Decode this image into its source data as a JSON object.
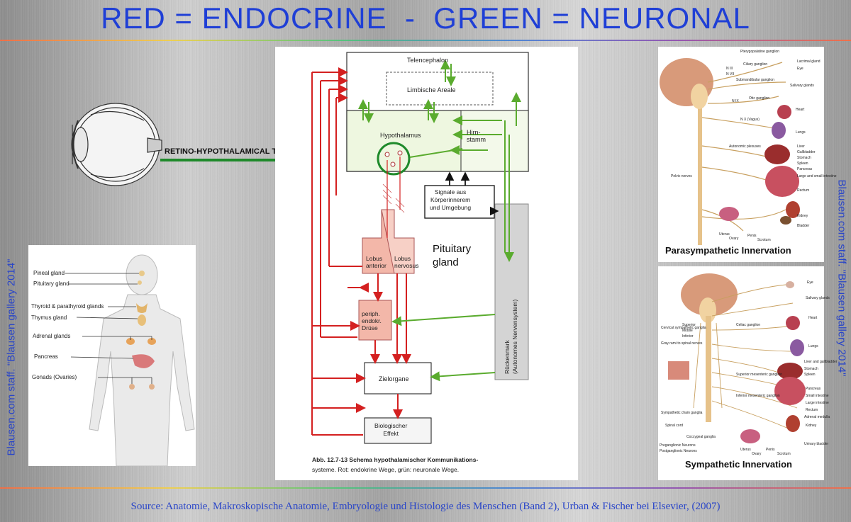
{
  "title": "RED = ENDOCRINE  -  GREEN = NEURONAL",
  "source": "Source: Anatomie, Makroskopische Anatomie, Embryologie und Histologie des Menschen (Band 2), Urban & Fischer bei Elsevier, (2007)",
  "credit_left": "Blausen.com staff. \"Blausen gallery 2014\"",
  "credit_right": "Blausen.com staff. \"Blausen gallery 2014\"",
  "tract_label": "RETINO-HYPOTHALAMICAL TRACT",
  "endocrine_labels": [
    "Pineal gland",
    "Pituitary gland",
    "Thyroid & parathyroid glands",
    "Thymus gland",
    "Adrenal glands",
    "Pancreas",
    "Gonads (Ovaries)"
  ],
  "center": {
    "telencephalon": "Telencephalon",
    "limbic": "Limbische Areale",
    "hypothalamus": "Hypothalamus",
    "hirnstamm": "Hirn-\nstamm",
    "signals": "Signale aus\nKörperinnerem\nund Umgebung",
    "lobus_anterior": "Lobus\nanterior",
    "lobus_nervosus": "Lobus\nnervosus",
    "pituitary": "Pituitary\ngland",
    "periph": "periph.\nendokr.\nDrüse",
    "rueckenmark": "Rückenmark\n(Autonomes Nervensystem)",
    "zielorgane": "Zielorgane",
    "effekt": "Biologischer\nEffekt",
    "caption_1": "Abb. 12.7-13 Schema hypothalamischer Kommunikations-",
    "caption_2": "systeme. Rot: endokrine Wege, grün: neuronale Wege."
  },
  "para": {
    "caption": "Parasympathetic Innervation",
    "labels": [
      "Pterygopalatine ganglion",
      "Lacrimal gland",
      "Eye",
      "Ciliary ganglion",
      "N III",
      "N VII",
      "Submandibular ganglion",
      "Salivary glands",
      "N IX",
      "Otic ganglion",
      "Heart",
      "N X (Vagus)",
      "Lungs",
      "Autonomic plexuses",
      "Liver",
      "Gallbladder",
      "Stomach",
      "Spleen",
      "Pancreas",
      "Large and small intestine",
      "Pelvic nerves",
      "Rectum",
      "Kidney",
      "Bladder",
      "Uterus",
      "Ovary",
      "Penis",
      "Scrotum"
    ]
  },
  "symp": {
    "caption": "Sympathetic Innervation",
    "labels": [
      "Eye",
      "Salivary glands",
      "Heart",
      "Lungs",
      "Liver and gallbladder",
      "Stomach",
      "Spleen",
      "Pancreas",
      "Small intestine",
      "Large intestine",
      "Rectum",
      "Adrenal medulla",
      "Kidney",
      "Urinary bladder",
      "Cervical sympathetic ganglia",
      "Superior",
      "Middle",
      "Inferior",
      "Gray rami to spinal nerves",
      "Sympathetic chain ganglia",
      "Spinal cord",
      "Celiac ganglion",
      "Superior mesenteric ganglion",
      "Inferior mesenteric ganglion",
      "Coccygeal ganglia",
      "Uterus",
      "Ovary",
      "Penis",
      "Scrotum",
      "Preganglionic Neurons",
      "Postganglionic Neurons"
    ]
  },
  "colors": {
    "title": "#1f3fd6",
    "endocrine": "#d42020",
    "neuronal": "#5aab2e",
    "tract": "#1f8a2b"
  }
}
